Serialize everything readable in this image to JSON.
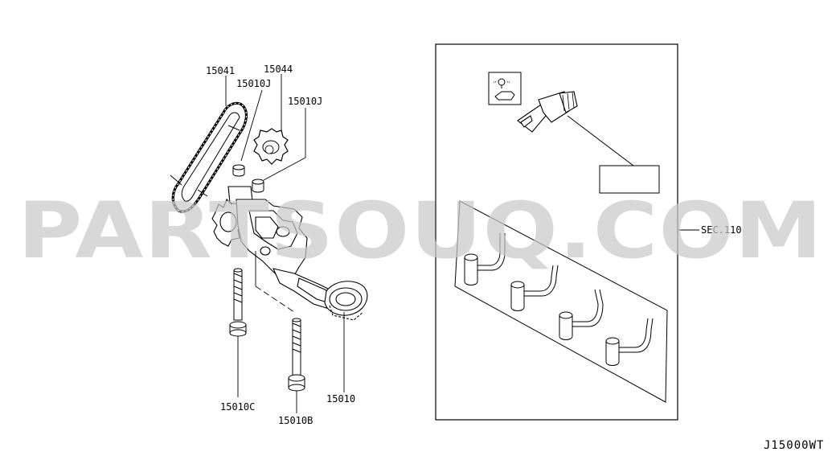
{
  "part_labels": {
    "chain": "15041",
    "sprocket": "15044",
    "bushing_upper": "15010J",
    "bushing_right": "15010J",
    "bolt_left": "15010C",
    "bolt_right": "15010B",
    "oil_pump": "15010",
    "section_ref": "SEC.110"
  },
  "watermark": "PARTSOUQ.COM",
  "drawing_code": "J15000WT",
  "icons": {
    "warning_symbol": "oil-pressure-warning-icon",
    "pressure_switch": "oil-pressure-switch-icon",
    "pipes": "oil-jet-pipe-icon"
  },
  "colors": {
    "line": "#000000",
    "watermark": "#c9c9c9",
    "background": "#ffffff"
  }
}
